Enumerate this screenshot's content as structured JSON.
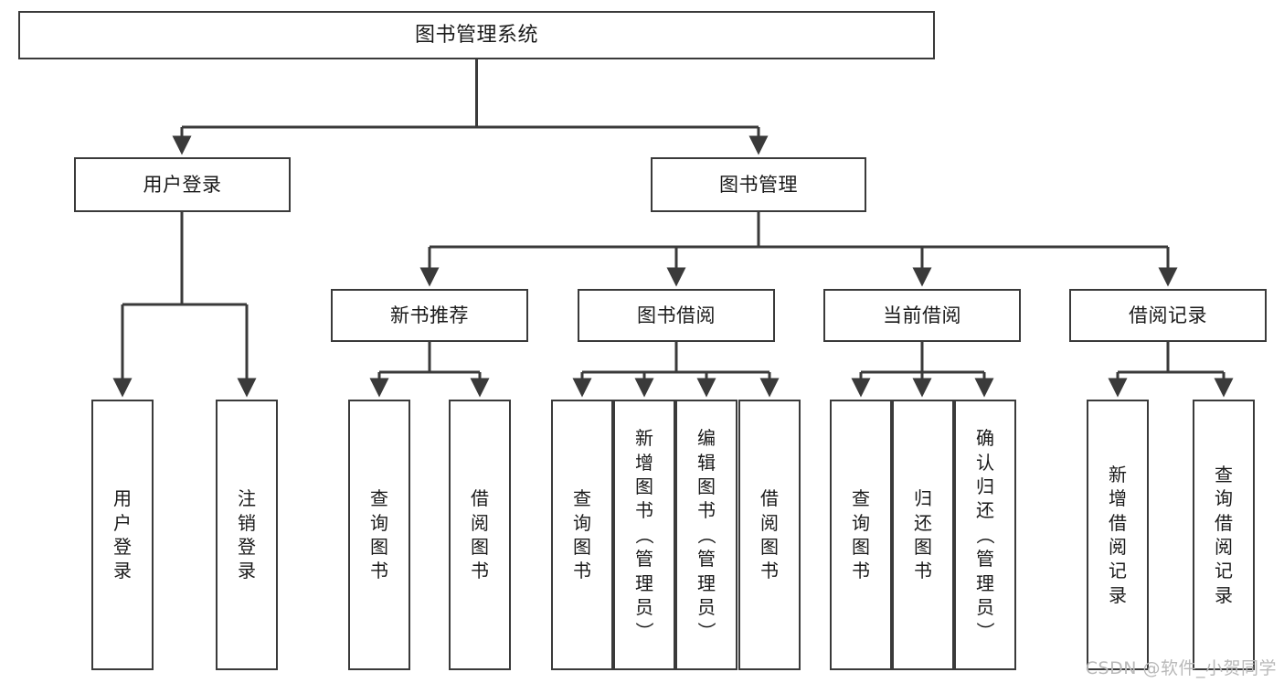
{
  "diagram": {
    "title": "图书管理系统",
    "root": {
      "id": "root",
      "label": "图书管理系统"
    },
    "level2": [
      {
        "id": "user-login",
        "label": "用户登录"
      },
      {
        "id": "book-manage",
        "label": "图书管理"
      }
    ],
    "level3": [
      {
        "id": "new-book-recommend",
        "label": "新书推荐"
      },
      {
        "id": "book-borrow",
        "label": "图书借阅"
      },
      {
        "id": "current-borrow",
        "label": "当前借阅"
      },
      {
        "id": "borrow-record",
        "label": "借阅记录"
      }
    ],
    "leaves": {
      "user_login": [
        {
          "id": "leaf-user-login",
          "label": "用户登录"
        },
        {
          "id": "leaf-logout",
          "label": "注销登录"
        }
      ],
      "new_book_recommend": [
        {
          "id": "leaf-query-book-1",
          "label": "查询图书"
        },
        {
          "id": "leaf-borrow-book-1",
          "label": "借阅图书"
        }
      ],
      "book_borrow": [
        {
          "id": "leaf-query-book-2",
          "label": "查询图书"
        },
        {
          "id": "leaf-add-book",
          "label": "新增图书（管理员）"
        },
        {
          "id": "leaf-edit-book",
          "label": "编辑图书（管理员）"
        },
        {
          "id": "leaf-borrow-book-2",
          "label": "借阅图书"
        }
      ],
      "current_borrow": [
        {
          "id": "leaf-query-book-3",
          "label": "查询图书"
        },
        {
          "id": "leaf-return-book",
          "label": "归还图书"
        },
        {
          "id": "leaf-confirm-return",
          "label": "确认归还（管理员）"
        }
      ],
      "borrow_record": [
        {
          "id": "leaf-add-record",
          "label": "新增借阅记录"
        },
        {
          "id": "leaf-query-record",
          "label": "查询借阅记录"
        }
      ]
    }
  },
  "watermark": {
    "text": "CSDN @软件_小贺同学"
  },
  "colors": {
    "stroke": "#3a3a3a",
    "box_fill": "#ffffff",
    "text": "#1a1a1a",
    "background": "#ffffff",
    "watermark": "#b9b9b9"
  }
}
